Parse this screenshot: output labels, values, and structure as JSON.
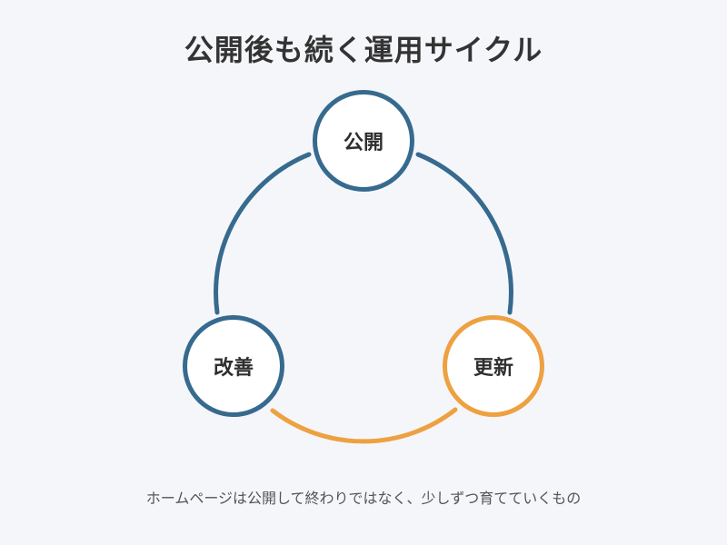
{
  "title": "公開後も続く運用サイクル",
  "nodes": {
    "publish": "公開",
    "update": "更新",
    "improve": "改善"
  },
  "caption": "ホームページは公開して終わりではなく、少しずつ育てていくもの",
  "colors": {
    "background": "#f5f6fa",
    "blue": "#366a8e",
    "orange": "#eda141",
    "text": "#333333"
  }
}
